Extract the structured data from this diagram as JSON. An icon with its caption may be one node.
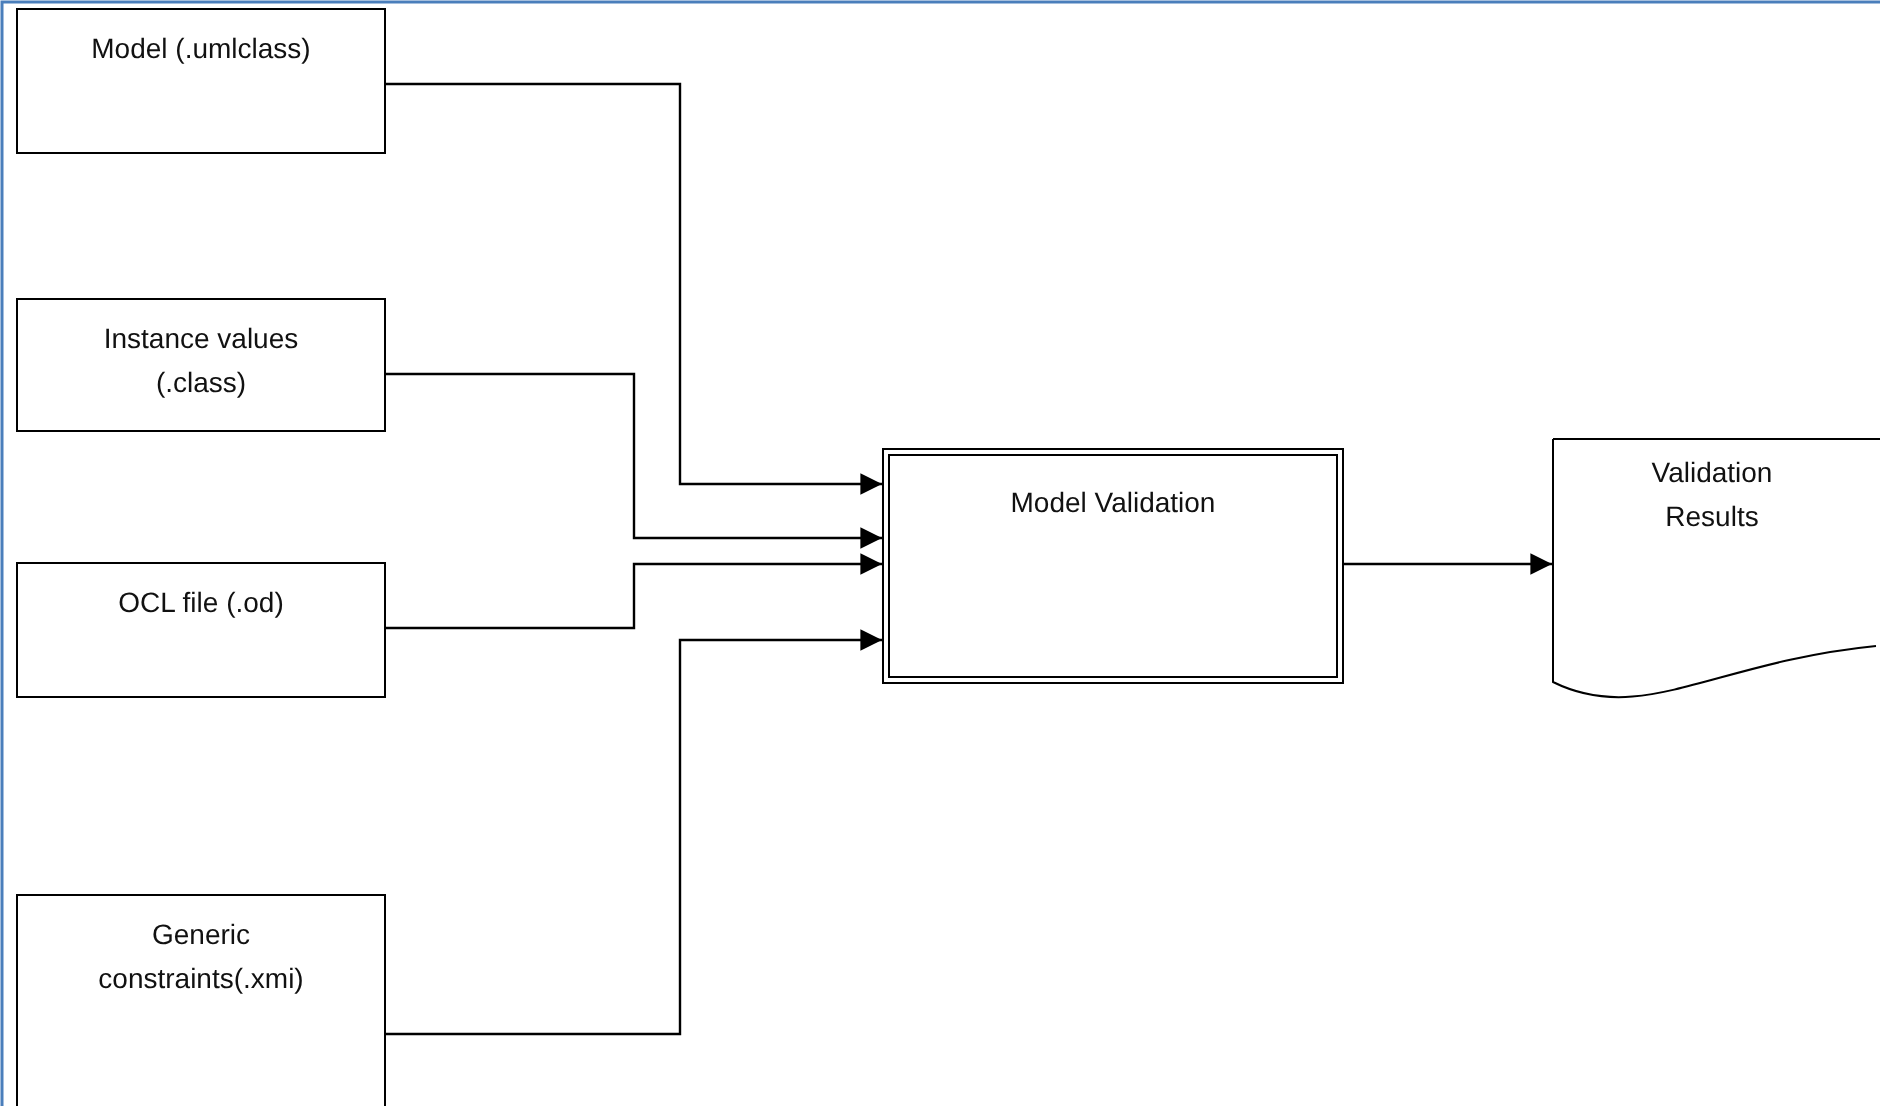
{
  "diagram": {
    "nodes": [
      {
        "text": [
          "Model (.umlclass)"
        ]
      },
      {
        "text": [
          "Instance values (.class)"
        ]
      },
      {
        "text": [
          "OCL file (.od)"
        ]
      },
      {
        "text": [
          "Generic constraints(.xmi)"
        ]
      },
      {
        "text": [
          "Model Validation"
        ]
      },
      {
        "text": [
          "Validation Results"
        ]
      }
    ],
    "edges": [
      {
        "from": 0,
        "to": 4,
        "arrow": "to"
      },
      {
        "from": 1,
        "to": 4,
        "arrow": "to"
      },
      {
        "from": 2,
        "to": 4,
        "arrow": "to"
      },
      {
        "from": 3,
        "to": 4,
        "arrow": "to"
      },
      {
        "from": 4,
        "to": 5,
        "arrow": "to"
      }
    ]
  }
}
